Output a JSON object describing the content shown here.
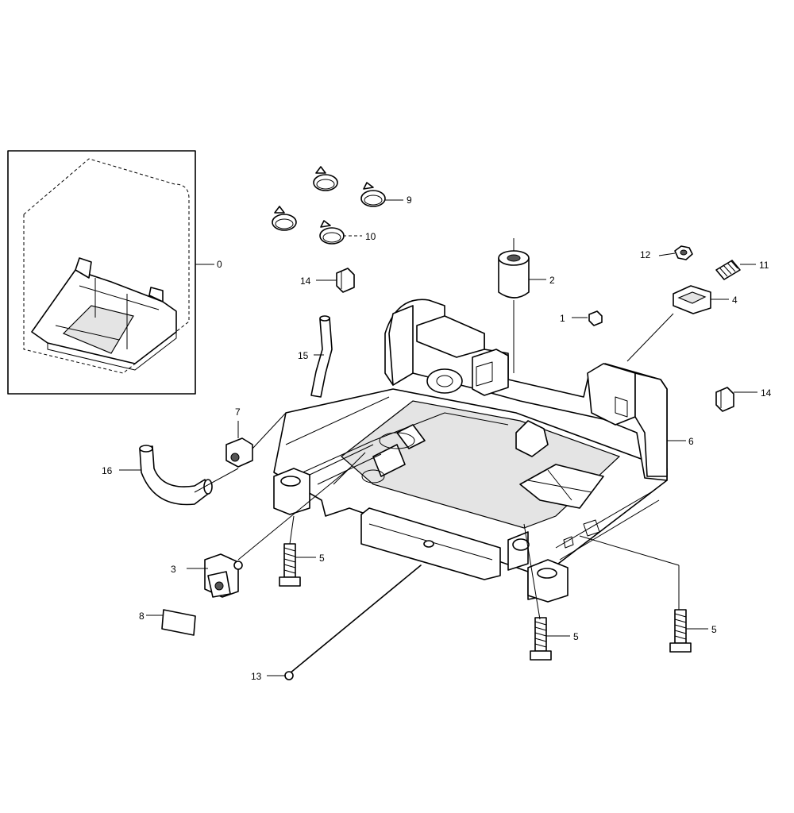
{
  "labels": {
    "p0": "0",
    "p1": "1",
    "p2": "2",
    "p3": "3",
    "p4": "4",
    "p5a": "5",
    "p5b": "5",
    "p5c": "5",
    "p6": "6",
    "p7": "7",
    "p8": "8",
    "p9": "9",
    "p10": "10",
    "p11": "11",
    "p12": "12",
    "p13": "13",
    "p14a": "14",
    "p14b": "14",
    "p15": "15",
    "p16": "16"
  }
}
